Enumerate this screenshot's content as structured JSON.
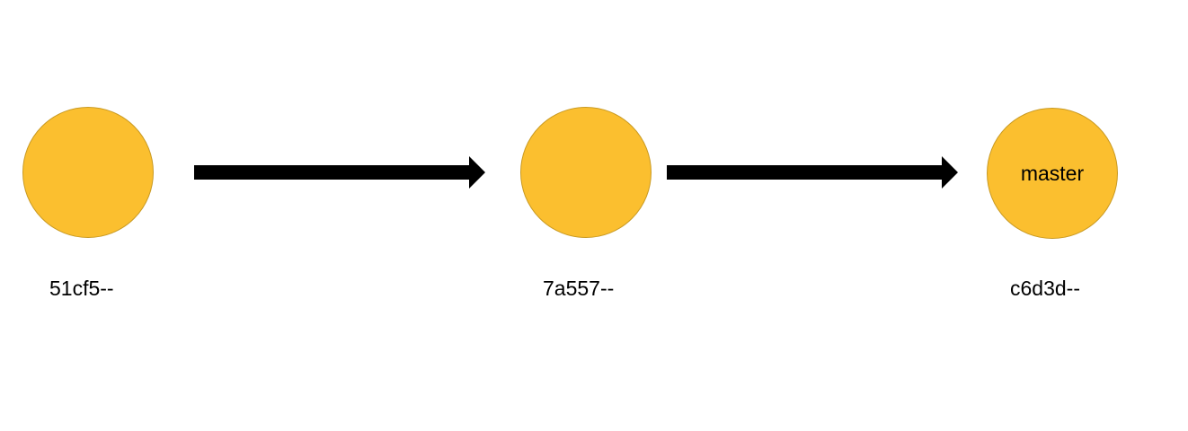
{
  "diagram": {
    "colors": {
      "node_fill": "#fbbf2f",
      "node_border": "#c99a23",
      "arrow": "#000000",
      "background": "#ffffff"
    },
    "commits": [
      {
        "hash": "51cf5--",
        "label": ""
      },
      {
        "hash": "7a557--",
        "label": ""
      },
      {
        "hash": "c6d3d--",
        "label": "master"
      }
    ],
    "edges": [
      {
        "from": "51cf5--",
        "to": "7a557--"
      },
      {
        "from": "7a557--",
        "to": "c6d3d--"
      }
    ]
  }
}
